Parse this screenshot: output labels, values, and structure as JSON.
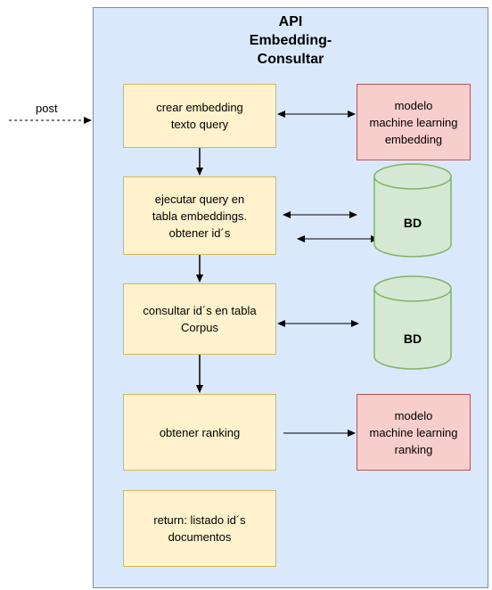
{
  "container": {
    "title_lines": [
      "API",
      "Embedding-",
      "Consultar"
    ]
  },
  "incoming": {
    "label": "post"
  },
  "steps": [
    {
      "label": "crear embedding\ntexto query"
    },
    {
      "label": "ejecutar query en\ntabla embeddings.\nobtener id´s"
    },
    {
      "label": "consultar id´s en tabla\nCorpus"
    },
    {
      "label": "obtener ranking"
    },
    {
      "label": "return: listado id´s\ndocumentos"
    }
  ],
  "models": [
    {
      "label": "modelo\nmachine learning\nembedding"
    },
    {
      "label": "modelo\nmachine learning\nranking"
    }
  ],
  "databases": [
    {
      "label": "BD"
    },
    {
      "label": "BD"
    }
  ],
  "colors": {
    "container_fill": "#dae8fc",
    "container_stroke": "#6c8ebf",
    "step_fill": "#fff2cc",
    "step_stroke": "#d6b656",
    "model_fill": "#f8cecc",
    "model_stroke": "#b85450",
    "db_fill": "#d5e8d4",
    "db_stroke": "#82b366"
  }
}
